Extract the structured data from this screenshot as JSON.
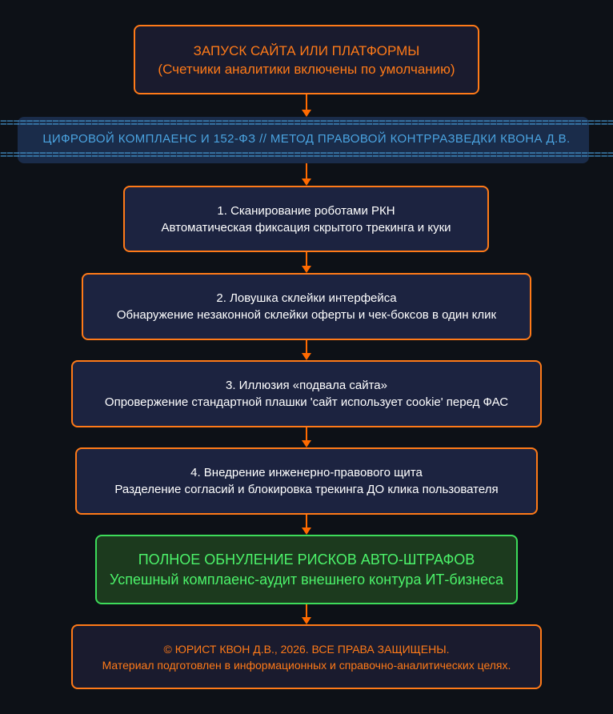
{
  "start": {
    "title": "ЗАПУСК САЙТА ИЛИ ПЛАТФОРМЫ",
    "subtitle": "(Счетчики аналитики включены по умолчанию)"
  },
  "banner": {
    "rule_top": "==============================================================================================",
    "text": "ЦИФРОВОЙ КОМПЛАЕНС И 152-ФЗ // МЕТОД ПРАВОВОЙ КОНТРРАЗВЕДКИ КВОНА Д.В.",
    "rule_bottom": "=============================================================================================="
  },
  "steps": [
    {
      "title": "1. Сканирование роботами РКН",
      "text": "Автоматическая фиксация скрытого трекинга и куки"
    },
    {
      "title": "2. Ловушка склейки интерфейса",
      "text": "Обнаружение незаконной склейки оферты и чек-боксов в один клик"
    },
    {
      "title": "3. Иллюзия «подвала сайта»",
      "text": "Опровержение стандартной плашки 'сайт использует cookie' перед ФАС"
    },
    {
      "title": "4. Внедрение инженерно-правового щита",
      "text": "Разделение согласий и блокировка трекинга ДО клика пользователя"
    }
  ],
  "result": {
    "title": "ПОЛНОЕ ОБНУЛЕНИЕ РИСКОВ АВТО-ШТРАФОВ",
    "text": "Успешный комплаенс-аудит внешнего контура ИТ-бизнеса"
  },
  "footer": {
    "copyright": "© ЮРИСТ КВОН Д.В., 2026. ВСЕ ПРАВА ЗАЩИЩЕНЫ.",
    "disclaimer": "Материал подготовлен в информационных и справочно-аналитических целях."
  },
  "colors": {
    "background": "#0d1117",
    "accent_orange": "#ff7a18",
    "banner_blue": "#4aa3e0",
    "result_green": "#3ddc5a",
    "step_fill": "#1c2340"
  }
}
